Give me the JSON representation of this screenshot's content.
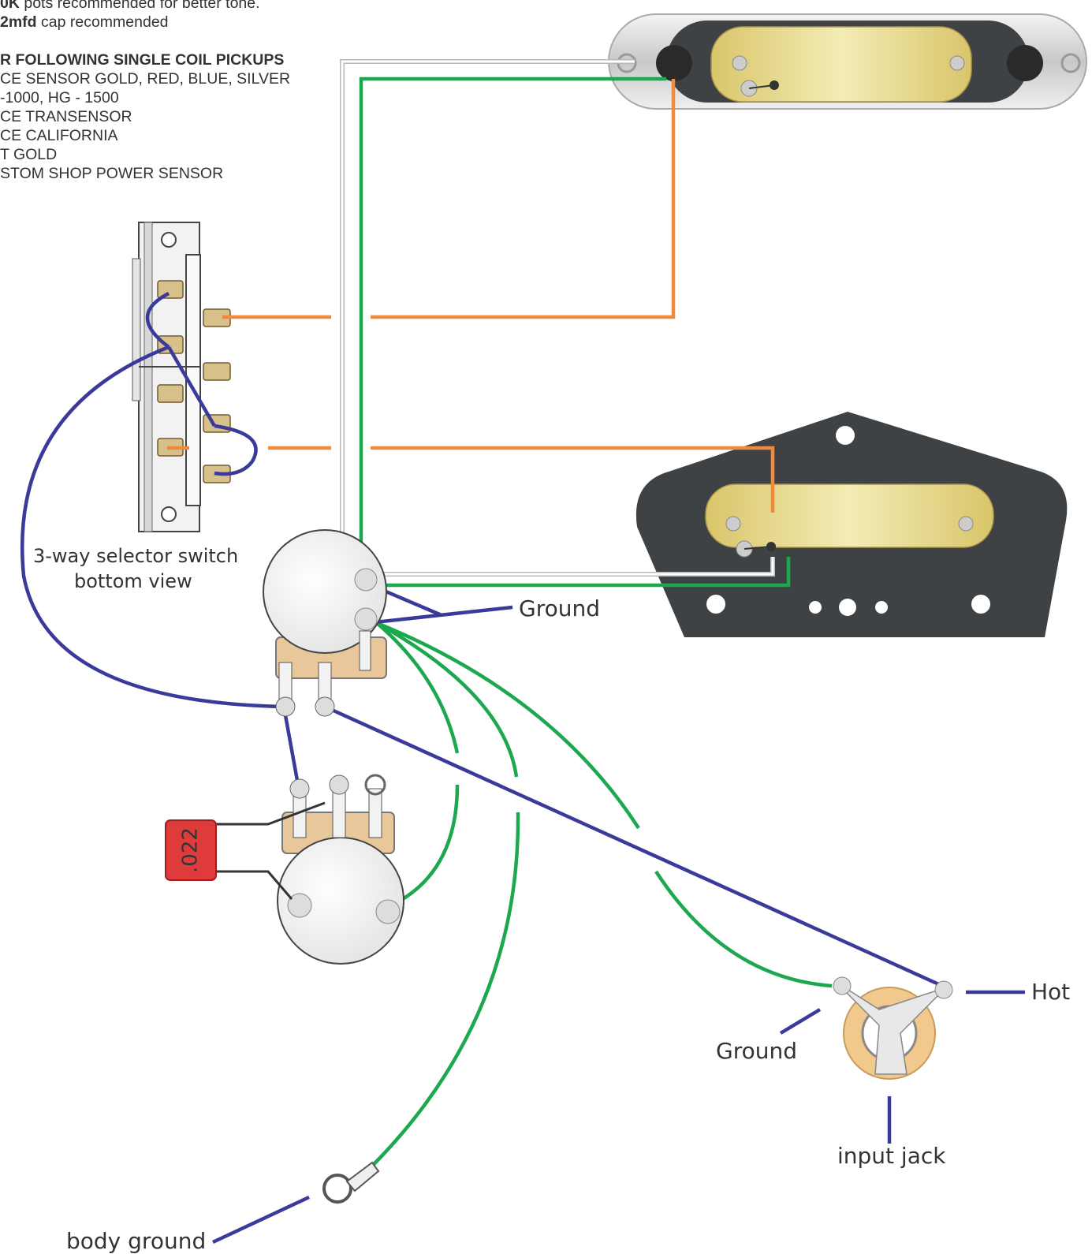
{
  "notes": {
    "line1_bold": "0K",
    "line1_rest": " pots recommended for better tone.",
    "line2_bold": "2mfd",
    "line2_rest": " cap recommended",
    "heading": "R FOLLOWING SINGLE COIL PICKUPS",
    "items": [
      "CE SENSOR GOLD, RED, BLUE, SILVER",
      "-1000, HG - 1500",
      "CE TRANSENSOR",
      "CE CALIFORNIA",
      "T GOLD",
      "STOM SHOP POWER SENSOR"
    ]
  },
  "labels": {
    "switch_line1": "3-way selector switch",
    "switch_line2": "bottom view",
    "ground_pot": "Ground",
    "ground_jack": "Ground",
    "hot": "Hot",
    "input_jack": "input jack",
    "body_ground": "body ground",
    "capacitor_value": ".022"
  },
  "colors": {
    "hot_wire": "#f08a3c",
    "ground_wire": "#1ca84f",
    "blue_wire": "#3a3a9a",
    "pickup_gold": "#e6d98e",
    "pickup_plate": "#3f4244",
    "capacitor": "#e03b3b"
  }
}
